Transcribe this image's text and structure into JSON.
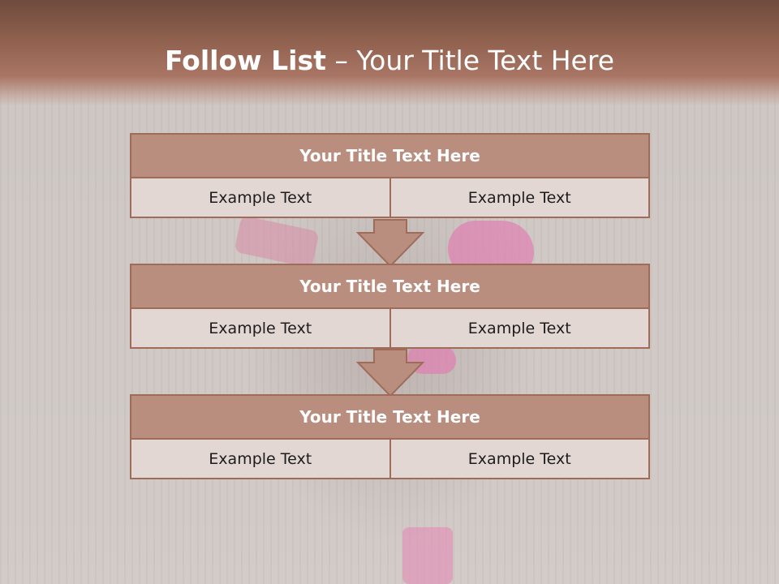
{
  "slide": {
    "title_bold": "Follow List",
    "title_rest": "– Your Title Text Here"
  },
  "steps": [
    {
      "title": "Your Title Text Here",
      "left": "Example Text",
      "right": "Example Text"
    },
    {
      "title": "Your Title Text Here",
      "left": "Example Text",
      "right": "Example Text"
    },
    {
      "title": "Your Title Text Here",
      "left": "Example Text",
      "right": "Example Text"
    }
  ],
  "colors": {
    "header": "#91624f",
    "box_title_fill": "#b98e7e",
    "box_cell_fill": "#e3d7d4",
    "box_border": "#a06c5a",
    "arrow_fill": "#b98e7e"
  }
}
